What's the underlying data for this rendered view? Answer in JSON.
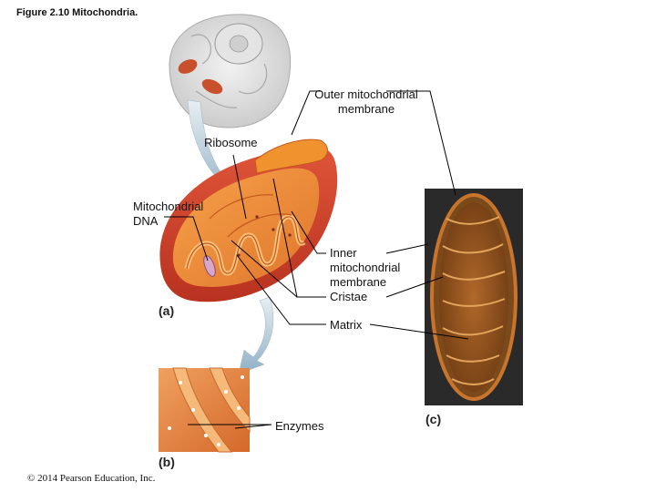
{
  "figure": {
    "title": "Figure 2.10 Mitochondria."
  },
  "labels": {
    "outer_membrane": "Outer mitochondrial membrane",
    "ribosome": "Ribosome",
    "mito_dna": "Mitochondrial DNA",
    "inner_membrane": "Inner mitochondrial membrane",
    "cristae": "Cristae",
    "matrix": "Matrix",
    "enzymes": "Enzymes"
  },
  "panels": {
    "a": "(a)",
    "b": "(b)",
    "c": "(c)"
  },
  "copyright": "© 2014 Pearson Education, Inc."
}
